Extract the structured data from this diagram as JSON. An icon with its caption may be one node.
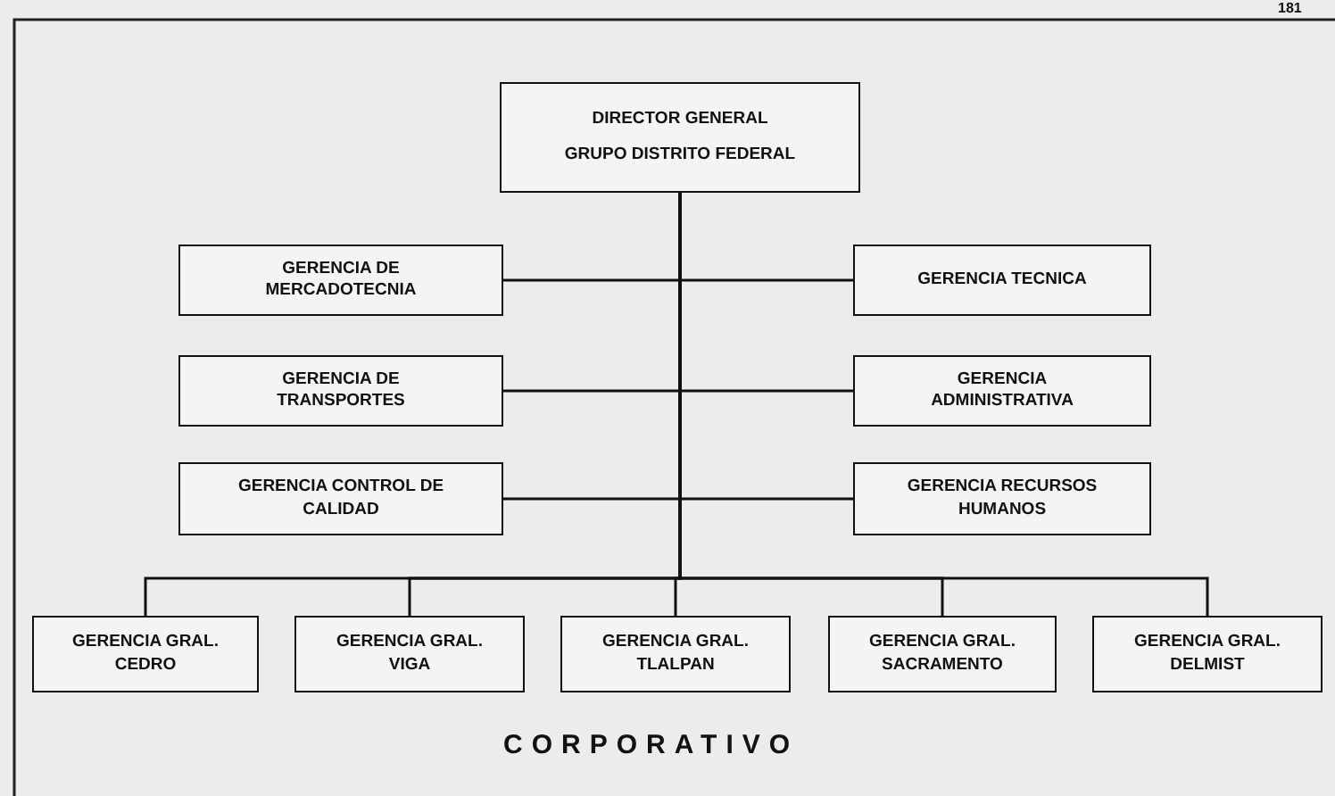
{
  "diagram": {
    "nodes": [
      {
        "text": [
          "DIRECTOR GENERAL",
          "GRUPO DISTRITO FEDERAL"
        ]
      },
      {
        "text": [
          "GERENCIA DE MERCADOTECNIA"
        ]
      },
      {
        "text": [
          "GERENCIA TECNICA"
        ]
      },
      {
        "text": [
          "GERENCIA DE TRANSPORTES"
        ]
      },
      {
        "text": [
          "GERENCIA ADMINISTRATIVA"
        ]
      },
      {
        "text": [
          "GERENCIA CONTROL DE CALIDAD"
        ]
      },
      {
        "text": [
          "GERENCIA RECURSOS HUMANOS"
        ]
      },
      {
        "text": [
          "GERENCIA GRAL. CEDRO"
        ]
      },
      {
        "text": [
          "GERENCIA GRAL. VIGA"
        ]
      },
      {
        "text": [
          "GERENCIA GRAL. TLALPAN"
        ]
      },
      {
        "text": [
          "GERENCIA GRAL. SACRAMENTO"
        ]
      },
      {
        "text": [
          "GERENCIA GRAL. DELMIST"
        ]
      }
    ],
    "edges": [
      {
        "from": 0,
        "to": 1,
        "arrow": "none"
      },
      {
        "from": 0,
        "to": 2,
        "arrow": "none"
      },
      {
        "from": 0,
        "to": 3,
        "arrow": "none"
      },
      {
        "from": 0,
        "to": 4,
        "arrow": "none"
      },
      {
        "from": 0,
        "to": 5,
        "arrow": "none"
      },
      {
        "from": 0,
        "to": 6,
        "arrow": "none"
      },
      {
        "from": 0,
        "to": 7,
        "arrow": "none"
      },
      {
        "from": 0,
        "to": 8,
        "arrow": "none"
      },
      {
        "from": 0,
        "to": 9,
        "arrow": "none"
      },
      {
        "from": 0,
        "to": 10,
        "arrow": "none"
      },
      {
        "from": 0,
        "to": 11,
        "arrow": "none"
      }
    ],
    "labels": [
      "181",
      "CORPORATIVO"
    ]
  }
}
